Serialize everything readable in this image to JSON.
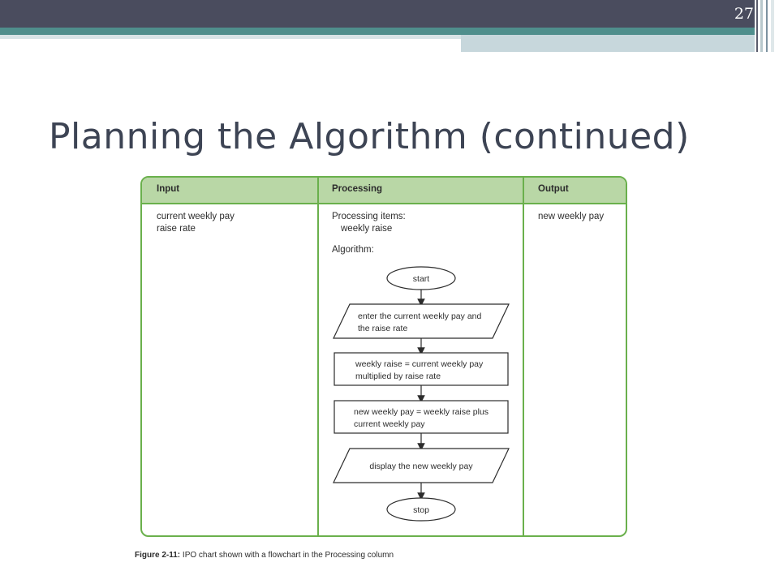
{
  "slide": {
    "page_number": "27",
    "title": "Planning the Algorithm (continued)"
  },
  "ipo_chart": {
    "headers": {
      "input": "Input",
      "processing": "Processing",
      "output": "Output"
    },
    "input": {
      "line1": "current weekly pay",
      "line2": "raise rate"
    },
    "processing": {
      "items_label": "Processing items:",
      "item1": "weekly raise",
      "algorithm_label": "Algorithm:"
    },
    "output": {
      "line1": "new weekly pay"
    },
    "flowchart": {
      "start": "start",
      "input_line1": "enter the current weekly pay and",
      "input_line2": "the raise rate",
      "process1_line1": "weekly raise = current weekly pay",
      "process1_line2": "multiplied by raise rate",
      "process2_line1": "new weekly pay = weekly raise plus",
      "process2_line2": "current weekly pay",
      "output": "display the new weekly pay",
      "stop": "stop"
    }
  },
  "caption": {
    "label": "Figure 2-11:",
    "text": " IPO chart shown with a flowchart in the Processing column"
  },
  "colors": {
    "header_bar": "#4a4c5e",
    "accent_teal": "#4f8e8c",
    "chart_border": "#6ab04c",
    "chart_header": "#b9d7a6",
    "title_text": "#3d4454"
  }
}
